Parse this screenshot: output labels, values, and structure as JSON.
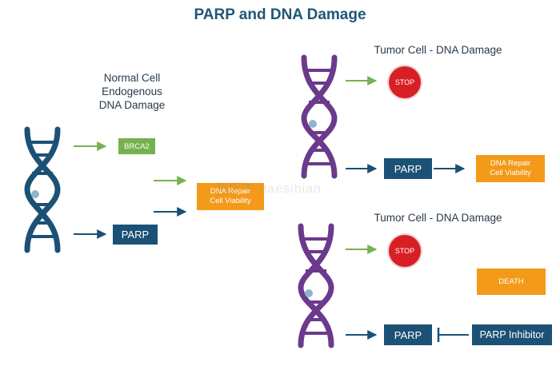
{
  "title": "PARP and DNA Damage",
  "normal_label": [
    "Normal Cell",
    "Endogenous",
    "DNA Damage"
  ],
  "tumor_label": "Tumor Cell - DNA Damage",
  "boxes": {
    "brca2": "BRCA2",
    "parp": "PARP",
    "dna_repair_line1": "DNA Repair",
    "dna_repair_line2": "Cell Viability",
    "stop": "STOP",
    "death": "DEATH",
    "parp_inhibitor": "PARP Inhibitor"
  },
  "watermark": "海斯牛 haesibian",
  "colors": {
    "dna_left": "#1b5175",
    "dna_right": "#6b3a8c",
    "arrow_green": "#76b150",
    "arrow_navy": "#1b5175",
    "box_orange": "#f39a1a",
    "stop_red": "#d81f26"
  }
}
